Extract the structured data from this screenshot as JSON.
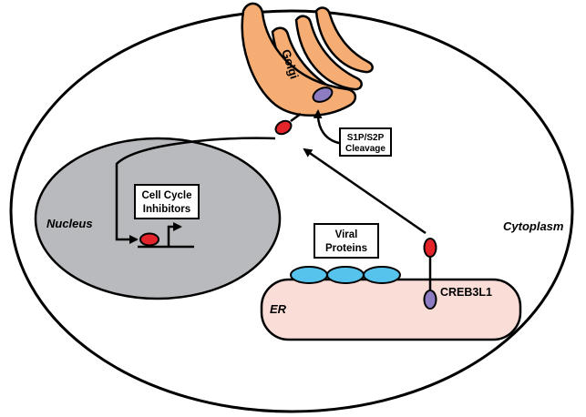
{
  "labels": {
    "golgi": "Golgi",
    "cleavage_line1": "S1P/S2P",
    "cleavage_line2": "Cleavage",
    "cell_cycle_line1": "Cell Cycle",
    "cell_cycle_line2": "Inhibitors",
    "nucleus": "Nucleus",
    "cytoplasm": "Cytoplasm",
    "viral_line1": "Viral",
    "viral_line2": "Proteins",
    "creb": "CREB3L1",
    "er": "ER"
  },
  "colors": {
    "golgi": "#f5ad74",
    "nucleus": "#b8babd",
    "er": "#f9ddd6",
    "viral_protein": "#55c3ec",
    "creb_nterm": "#e3242b",
    "creb_tm": "#8e7cc3",
    "outline": "#000000"
  }
}
